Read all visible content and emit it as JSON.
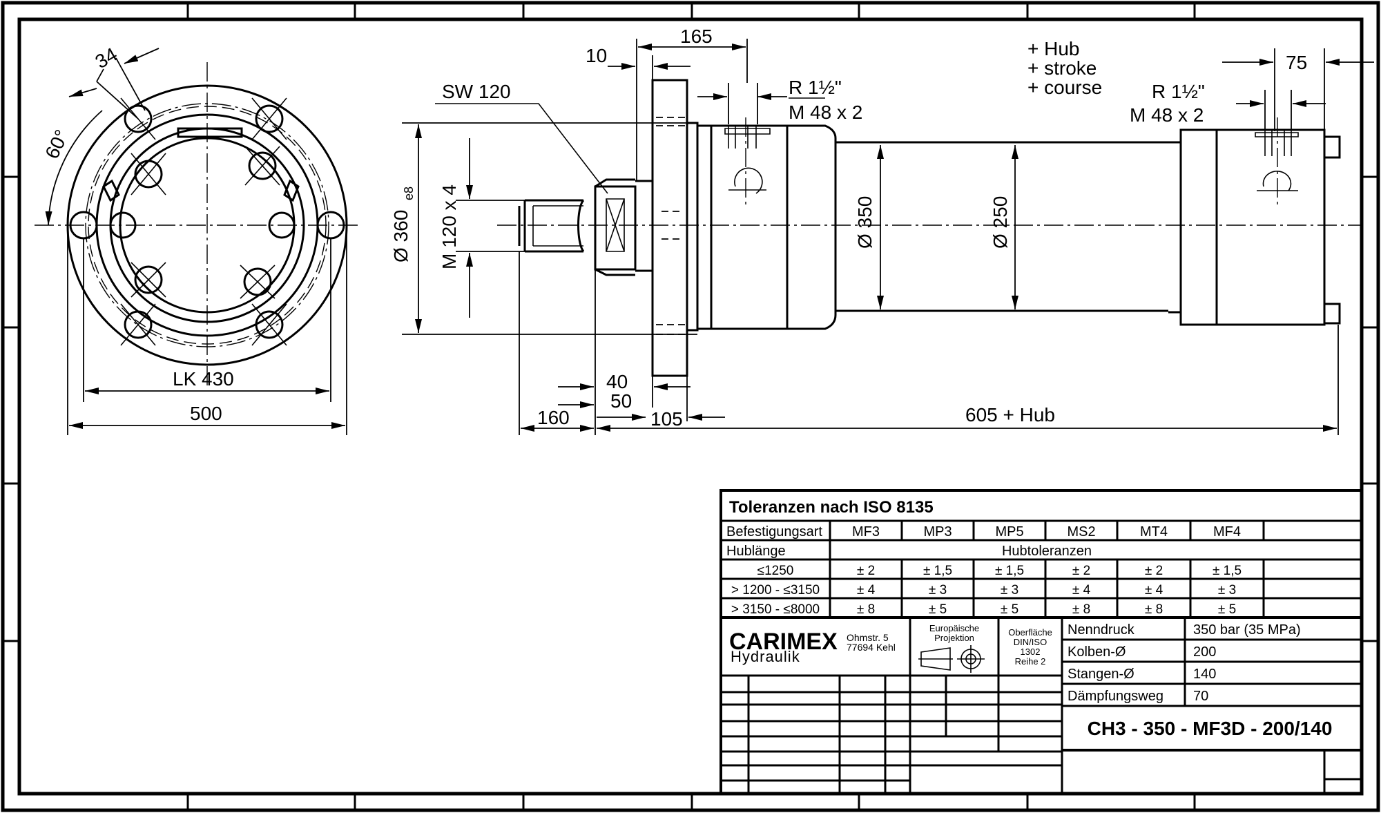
{
  "drawing": {
    "dimensions": {
      "d34": "34",
      "d60": "60°",
      "lk": "LK 430",
      "d500": "500",
      "sw": "SW 120",
      "d10": "10",
      "d165": "165",
      "r_left": "R 1½\"",
      "m_left": "M 48 x 2",
      "hub_de": "+ Hub",
      "hub_en": "+ stroke",
      "hub_fr": "+ course",
      "d75": "75",
      "r_right": "R 1½\"",
      "m_right": "M 48 x 2",
      "dia360": "Ø 360",
      "dia360_tol": "e8",
      "m120": "M 120 x 4",
      "dia350": "Ø 350",
      "dia250": "Ø 250",
      "d40": "40",
      "d50": "50",
      "d160": "160",
      "d105": "105",
      "d605": "605 + Hub"
    }
  },
  "tolerance_table": {
    "title": "Toleranzen nach ISO 8135",
    "header_label": "Befestigungsart",
    "mounts": [
      "MF3",
      "MP3",
      "MP5",
      "MS2",
      "MT4",
      "MF4"
    ],
    "hub_label": "Hublänge",
    "hub_tol_label": "Hubtoleranzen",
    "rows": [
      {
        "range": "≤1250",
        "values": [
          "± 2",
          "± 1,5",
          "± 1,5",
          "± 2",
          "± 2",
          "± 1,5"
        ]
      },
      {
        "range": "> 1200 - ≤3150",
        "values": [
          "± 4",
          "± 3",
          "± 3",
          "± 4",
          "± 4",
          "± 3"
        ]
      },
      {
        "range": "> 3150 - ≤8000",
        "values": [
          "± 8",
          "± 5",
          "± 5",
          "± 8",
          "± 8",
          "± 5"
        ]
      }
    ]
  },
  "title_block": {
    "company": "CARIMEX",
    "company_sub": "Hydraulik",
    "street": "Ohmstr. 5",
    "city": "77694 Kehl",
    "projection_1": "Europäische",
    "projection_2": "Projektion",
    "surface_1": "Oberfläche",
    "surface_2": "DIN/ISO",
    "surface_3": "1302",
    "surface_4": "Reihe 2",
    "specs": [
      {
        "label": "Nenndruck",
        "value": "350 bar (35 MPa)"
      },
      {
        "label": "Kolben-Ø",
        "value": "200"
      },
      {
        "label": "Stangen-Ø",
        "value": "140"
      },
      {
        "label": "Dämpfungsweg",
        "value": "70"
      }
    ],
    "part_number": "CH3 - 350 - MF3D - 200/140"
  }
}
